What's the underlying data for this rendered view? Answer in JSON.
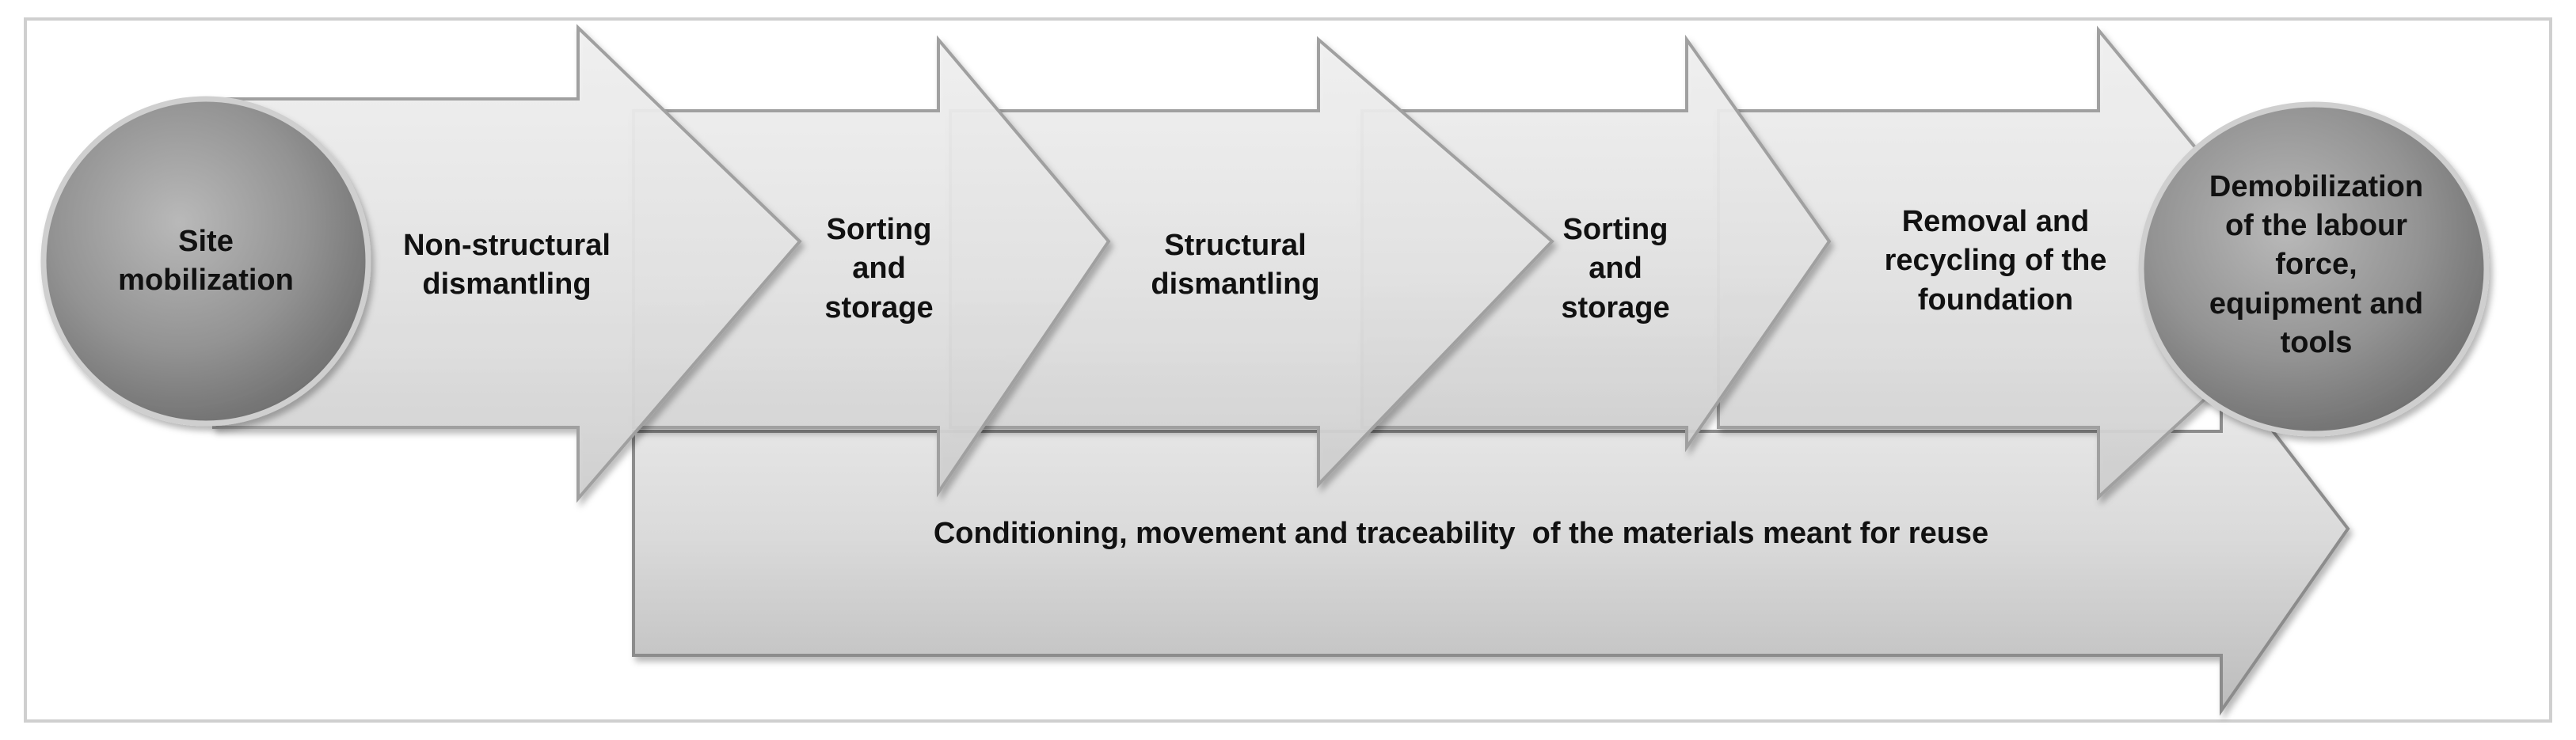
{
  "diagram": {
    "steps": [
      "Site\nmobilization",
      "Non-structural\ndismantling",
      "Sorting\nand\nstorage",
      "Structural\ndismantling",
      "Sorting\nand\nstorage",
      "Removal and\nrecycling of the\nfoundation",
      "Demobilization\nof the labour\nforce,\nequipment and\ntools"
    ],
    "base_process": "Conditioning, movement and traceability  of the materials meant for reuse"
  }
}
